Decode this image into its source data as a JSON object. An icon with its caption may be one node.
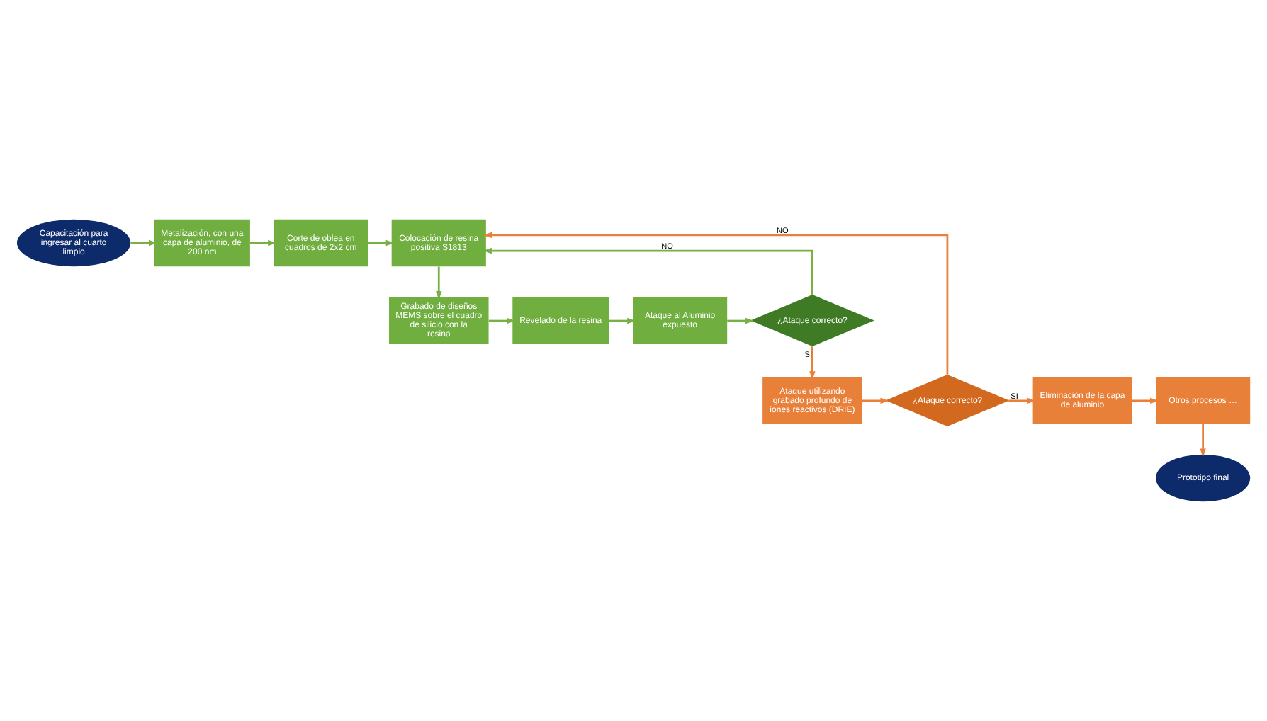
{
  "diagram": {
    "nodes": [
      {
        "text": [
          "Capacitación para ingresar al cuarto limpio"
        ]
      },
      {
        "text": [
          "Metalización, con una capa de aluminio, de 200 nm"
        ]
      },
      {
        "text": [
          "Corte de oblea en cuadros de 2x2 cm"
        ]
      },
      {
        "text": [
          "Colocación de resina positiva S1813"
        ]
      },
      {
        "text": [
          "Grabado de diseños MEMS sobre el cuadro de silicio con la resina"
        ]
      },
      {
        "text": [
          "Revelado de la resina"
        ]
      },
      {
        "text": [
          "Ataque al Aluminio expuesto"
        ]
      },
      {
        "text": [
          "¿Ataque correcto?"
        ]
      },
      {
        "text": [
          "Ataque utilizando grabado profundo de iones reactivos (DRIE)"
        ]
      },
      {
        "text": [
          "¿Ataque correcto?"
        ]
      },
      {
        "text": [
          "Eliminación de la capa de aluminio"
        ]
      },
      {
        "text": [
          "Otros procesos …"
        ]
      },
      {
        "text": [
          "Prototipo final"
        ]
      }
    ],
    "edges": [
      {
        "from": 0,
        "to": 1,
        "arrow": "to"
      },
      {
        "from": 1,
        "to": 2,
        "arrow": "to"
      },
      {
        "from": 2,
        "to": 3,
        "arrow": "to"
      },
      {
        "from": 3,
        "to": 4,
        "arrow": "to"
      },
      {
        "from": 4,
        "to": 5,
        "arrow": "to"
      },
      {
        "from": 5,
        "to": 6,
        "arrow": "to"
      },
      {
        "from": 6,
        "to": 7,
        "arrow": "to"
      },
      {
        "from": 7,
        "to": 3,
        "arrow": "to",
        "label": "NO"
      },
      {
        "from": 7,
        "to": 8,
        "arrow": "to",
        "label": "SI",
        "color": "#e8803a"
      },
      {
        "from": 8,
        "to": 9,
        "arrow": "to",
        "color": "#e8803a"
      },
      {
        "from": 9,
        "to": 3,
        "arrow": "to",
        "label": "NO",
        "color": "#e8803a"
      },
      {
        "from": 9,
        "to": 10,
        "arrow": "to",
        "label": "SI",
        "color": "#e8803a"
      },
      {
        "from": 10,
        "to": 11,
        "arrow": "to",
        "color": "#e8803a"
      },
      {
        "from": 11,
        "to": 12,
        "arrow": "to",
        "color": "#e8803a"
      }
    ]
  }
}
